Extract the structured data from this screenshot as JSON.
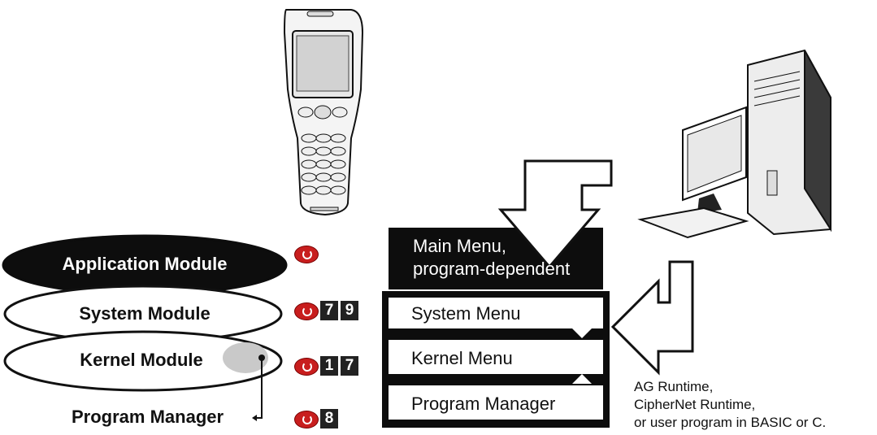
{
  "modules": {
    "application": "Application Module",
    "system": "System Module",
    "kernel": "Kernel Module",
    "program_manager": "Program Manager"
  },
  "keys": {
    "system": [
      "7",
      "9"
    ],
    "kernel": [
      "1",
      "7"
    ],
    "program_manager": [
      "8"
    ]
  },
  "menus": {
    "main": "Main Menu,",
    "main_line2": "program-dependent",
    "system": "System Menu",
    "kernel": "Kernel Menu",
    "program_manager": "Program Manager"
  },
  "note": {
    "line1": "AG Runtime,",
    "line2": "CipherNet Runtime,",
    "line3": "or user program in BASIC or C."
  },
  "colors": {
    "power_key": "#c81e1e",
    "dark": "#111111"
  },
  "icons": [
    "handheld-terminal-icon",
    "desktop-computer-icon",
    "power-key-icon",
    "arrow-icon"
  ]
}
